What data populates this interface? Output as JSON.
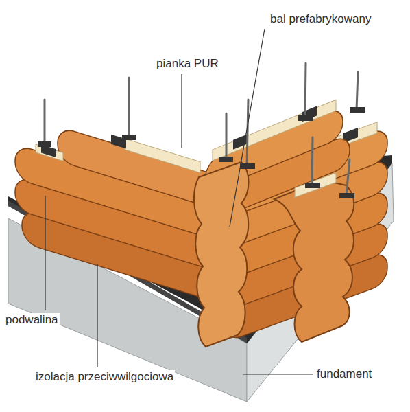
{
  "diagram": {
    "labels": [
      "bal prefabrykowany",
      "pianka PUR",
      "podwalina",
      "izolacja przeciwwilgociowa",
      "fundament"
    ]
  }
}
